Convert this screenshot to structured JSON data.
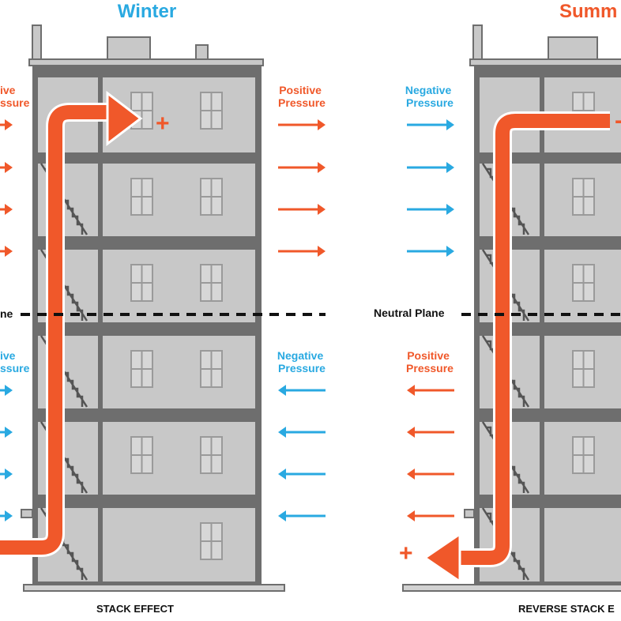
{
  "colors": {
    "orange": "#f0582a",
    "blue": "#29a9e1",
    "wall": "#6e6e6e",
    "room": "#c8c8c8",
    "window": "#d7d7d7"
  },
  "winter": {
    "title": "Winter",
    "caption": "STACK EFFECT",
    "upper_left_label": [
      "ive",
      "ssure"
    ],
    "upper_right_label": [
      "Positive",
      "Pressure"
    ],
    "neutral_plane_label": "ne",
    "lower_left_label": [
      "ive",
      "ssure"
    ],
    "lower_right_label": [
      "Negative",
      "Pressure"
    ],
    "plus_symbol": "+"
  },
  "summer": {
    "title": "Summ",
    "caption": "REVERSE STACK E",
    "upper_left_label": [
      "Negative",
      "Pressure"
    ],
    "neutral_plane_label": "Neutral Plane",
    "lower_left_label": [
      "Positive",
      "Pressure"
    ],
    "plus_symbol": "+",
    "plus_cut_symbol": "-"
  },
  "icons": [
    "arrow-icon",
    "window-icon",
    "staircase-icon",
    "airflow-duct-icon"
  ]
}
